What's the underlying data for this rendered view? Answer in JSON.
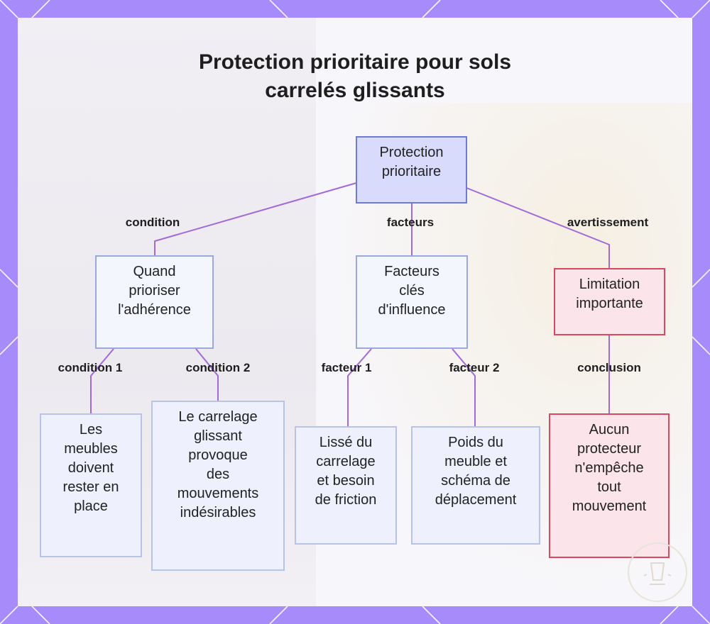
{
  "title": {
    "line1": "Protection prioritaire pour sols",
    "line2": "carrelés glissants"
  },
  "nodes": {
    "root": "Protection\nprioritaire",
    "when": "Quand\nprioriser\nl'adhérence",
    "factors": "Facteurs\nclés\nd'influence",
    "limit": "Limitation\nimportante",
    "furniture": "Les\nmeubles\ndoivent\nrester en\nplace",
    "slippery": "Le carrelage\nglissant\nprovoque\ndes\nmouvements\nindésirables",
    "smooth": "Lissé du\ncarrelage\net besoin\nde friction",
    "weight": "Poids du\nmeuble et\nschéma de\ndéplacement",
    "none": "Aucun\nprotecteur\nn'empêche\ntout\nmouvement"
  },
  "edge_labels": {
    "condition": "condition",
    "facteurs": "facteurs",
    "avertissement": "avertissement",
    "condition1": "condition 1",
    "condition2": "condition 2",
    "facteur1": "facteur 1",
    "facteur2": "facteur 2",
    "conclusion": "conclusion"
  },
  "colors": {
    "edge": "#a06ad8",
    "frame": "#a78bfa"
  },
  "icons": {
    "seal": "cup-seal-icon"
  }
}
